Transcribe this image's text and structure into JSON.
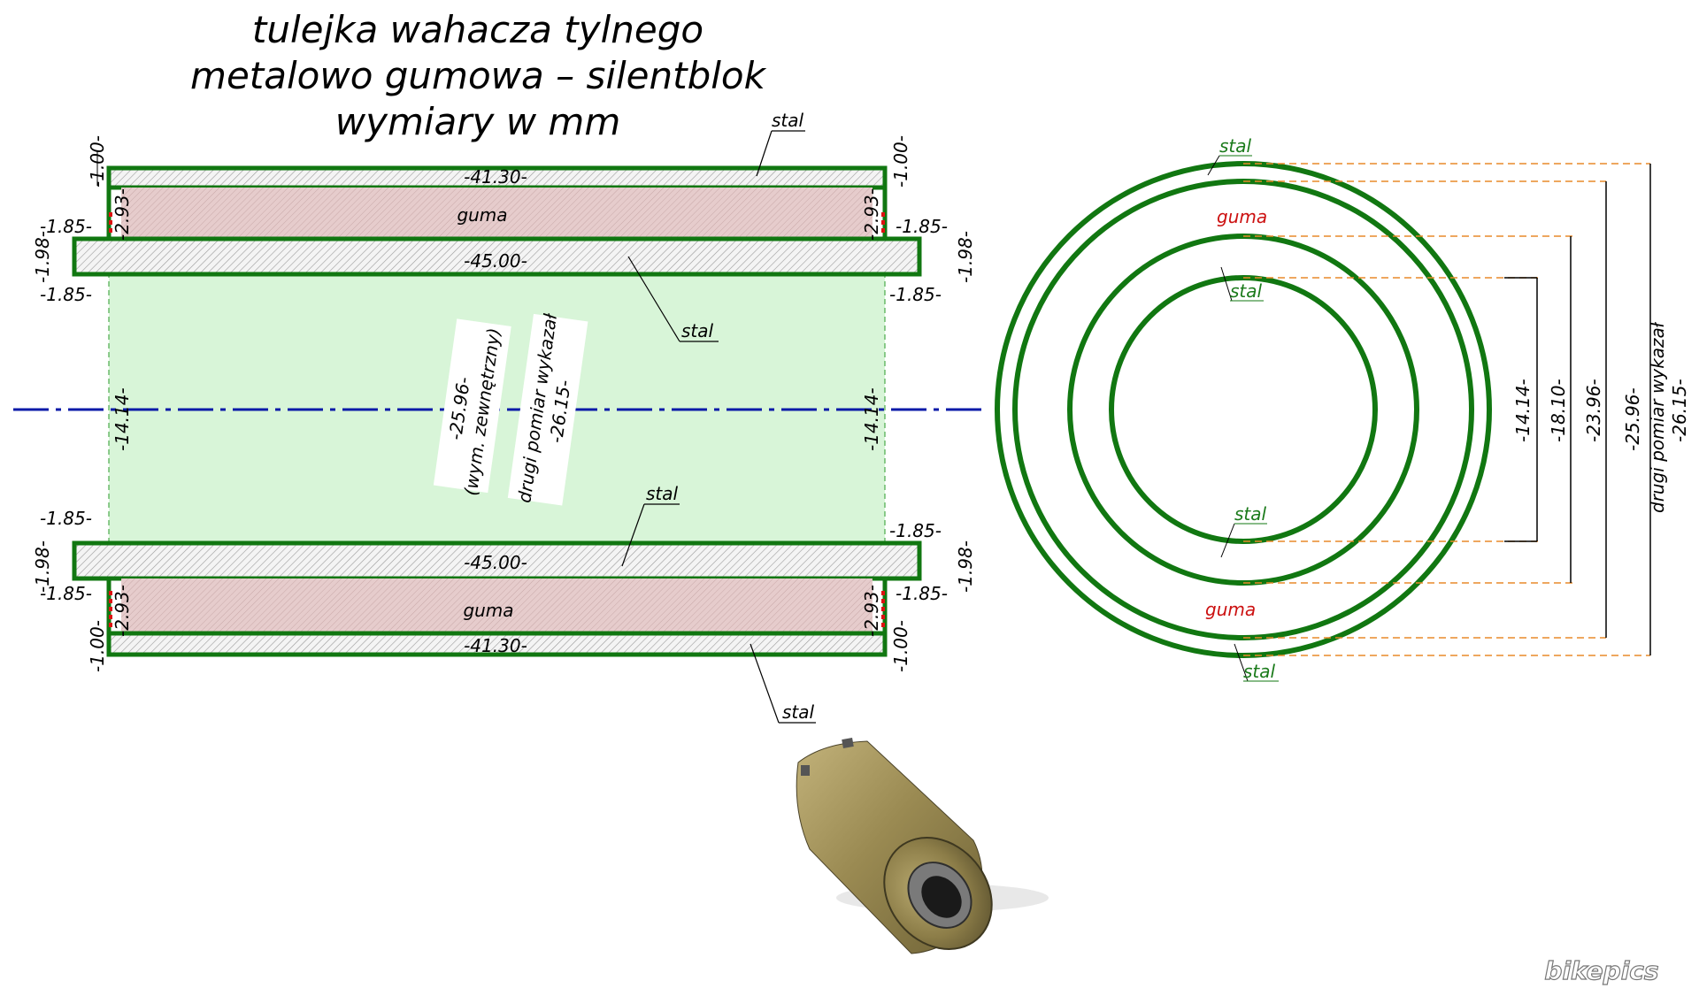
{
  "title": {
    "line1": "tulejka wahacza tylnego",
    "line2": "metalowo gumowa – silentblok",
    "line3": "wymiary w mm"
  },
  "materials": {
    "steel": "stal",
    "rubber": "guma"
  },
  "section": {
    "outer_sleeve_length": "-41.30-",
    "inner_sleeve_length": "-45.00-",
    "thin_wall": "-1.00-",
    "rubber_end_gap": "-2.93-",
    "offset": "-1.85-",
    "inner_wall": "-1.98-",
    "bore": "-14.14-",
    "outer_dia": "-25.96-",
    "outer_dia_note": "(wym. zewnętrzny)",
    "second_measure_note": "drugi pomiar wykazał",
    "second_measure": "-26.15-"
  },
  "end_view": {
    "d1": "-14.14-",
    "d2": "-18.10-",
    "d3": "-23.96-",
    "d4": "-25.96-",
    "note": "drugi pomiar wykazał",
    "d5": "-26.15-"
  },
  "watermark": "bikepics",
  "colors": {
    "wall": "#117711",
    "centerline": "#0a1aa8",
    "rubber": "#e8d0d0",
    "bore": "#d8f5d8",
    "leader": "#e88a2a",
    "gap_mark": "#dd1111"
  }
}
